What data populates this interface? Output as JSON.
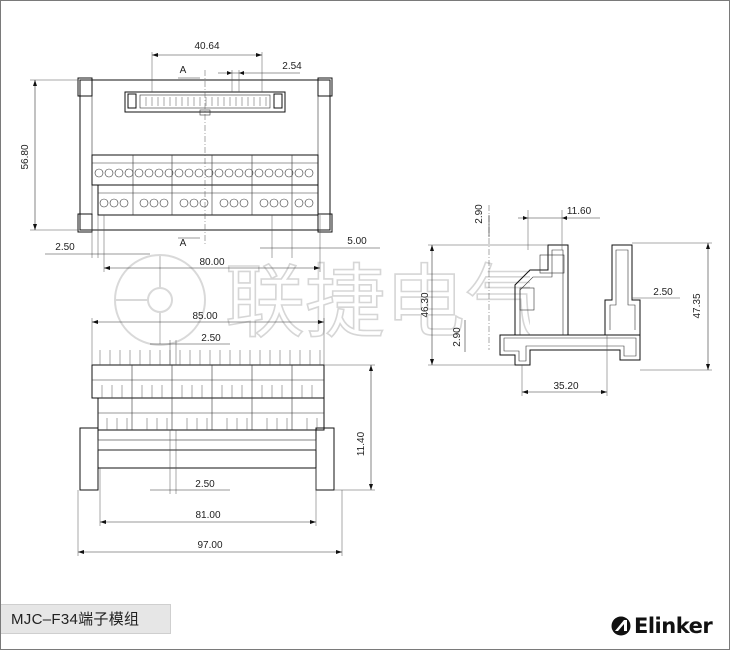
{
  "watermark": {
    "text": "联捷电气"
  },
  "footer": {
    "model": "MJC–F34端子模组",
    "brand": "Elinker"
  },
  "dims": {
    "top_width": "40.64",
    "pin_pitch": "2.54",
    "section_a_top": "A",
    "section_a_bottom": "A",
    "height_top": "56.80",
    "edge_left": "2.50",
    "pitch_right": "5.00",
    "span_80": "80.00",
    "side_h1": "2.90",
    "side_w1": "11.60",
    "side_h2": "46.30",
    "side_h3": "2.90",
    "side_w2": "2.50",
    "side_h4": "47.35",
    "side_base": "35.20",
    "span_85": "85.00",
    "pitch_250_top": "2.50",
    "height_1140": "11.40",
    "pitch_250_bottom": "2.50",
    "span_81": "81.00",
    "span_97": "97.00"
  }
}
